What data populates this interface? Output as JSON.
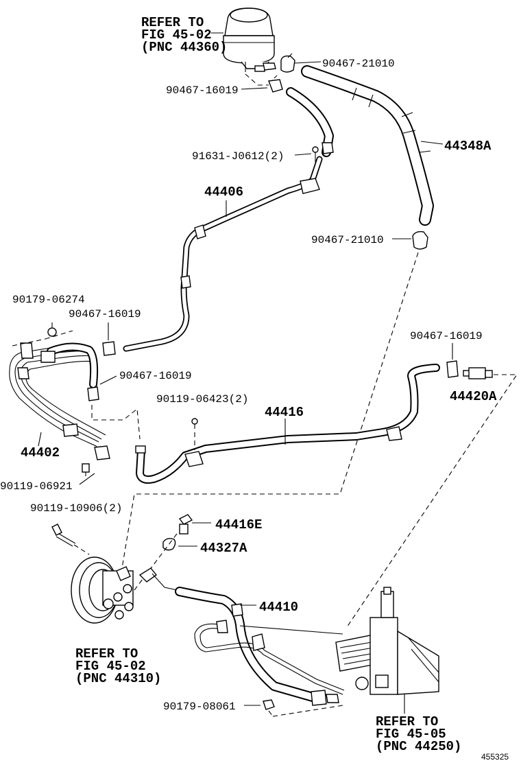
{
  "diagram": {
    "labels": {
      "ref_reservoir": [
        "REFER TO",
        "FIG 45-02",
        "(PNC 44360)"
      ],
      "clamp_top": "90467-21010",
      "clip_top": "90467-16019",
      "hose_44348a": "44348A",
      "bolt_91631": "91631-J0612(2)",
      "tube_44406": "44406",
      "clamp_mid": "90467-21010",
      "nut_90179_a": "90179-06274",
      "clip_left": "90467-16019",
      "clip_left2": "90467-16019",
      "clip_right": "90467-16019",
      "union_44420a": "44420A",
      "bolt_90119_a": "90119-06423(2)",
      "tube_44416": "44416",
      "tube_44402": "44402",
      "bolt_90119_b": "90119-06921",
      "bolt_90119_c": "90119-10906(2)",
      "bolt_44416e": "44416E",
      "gasket_44327a": "44327A",
      "hose_44410": "44410",
      "ref_pump": [
        "REFER TO",
        "FIG 45-02",
        "(PNC 44310)"
      ],
      "nut_90179_b": "90179-08061",
      "ref_gear": [
        "REFER TO",
        "FIG 45-05",
        "(PNC 44250)"
      ]
    },
    "image_id": "455325"
  }
}
